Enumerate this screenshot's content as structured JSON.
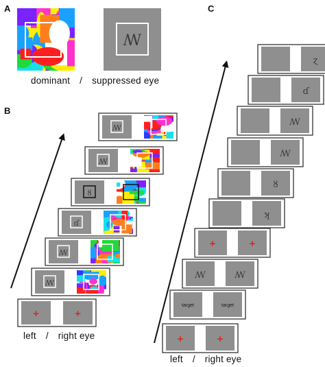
{
  "panels": {
    "a": {
      "letter": "A",
      "caption_left": "dominant",
      "caption_sep": "/",
      "caption_right": "suppressed eye"
    },
    "b": {
      "letter": "B",
      "caption_left": "left",
      "caption_sep": "/",
      "caption_right": "right eye"
    },
    "c": {
      "letter": "C",
      "caption_left": "left",
      "caption_sep": "/",
      "caption_right": "right eye"
    }
  },
  "glyphs": {
    "a_suppressed": "ꟿ",
    "b": [
      "",
      "ꟿ",
      "ꟿ",
      "ɗ",
      "ȣ",
      "ꟿ",
      "ꟿ"
    ],
    "c": [
      "",
      "",
      "ꟿ",
      "",
      "ʞ",
      "ȣ",
      "ꟿ",
      "ꟿ",
      "ɗ",
      "ɀ"
    ]
  },
  "c_target_label": "target",
  "fixation_symbol": "+",
  "colors": {
    "gray": "#8f8f8f",
    "fixation": "#e21d1d",
    "mondrian": [
      "#ff1f1f",
      "#ff33cc",
      "#ffee00",
      "#2b3bff",
      "#18e0e8",
      "#21d93a",
      "#7a22ff",
      "#ffffff",
      "#ff7f1e",
      "#1aa0ff"
    ]
  }
}
